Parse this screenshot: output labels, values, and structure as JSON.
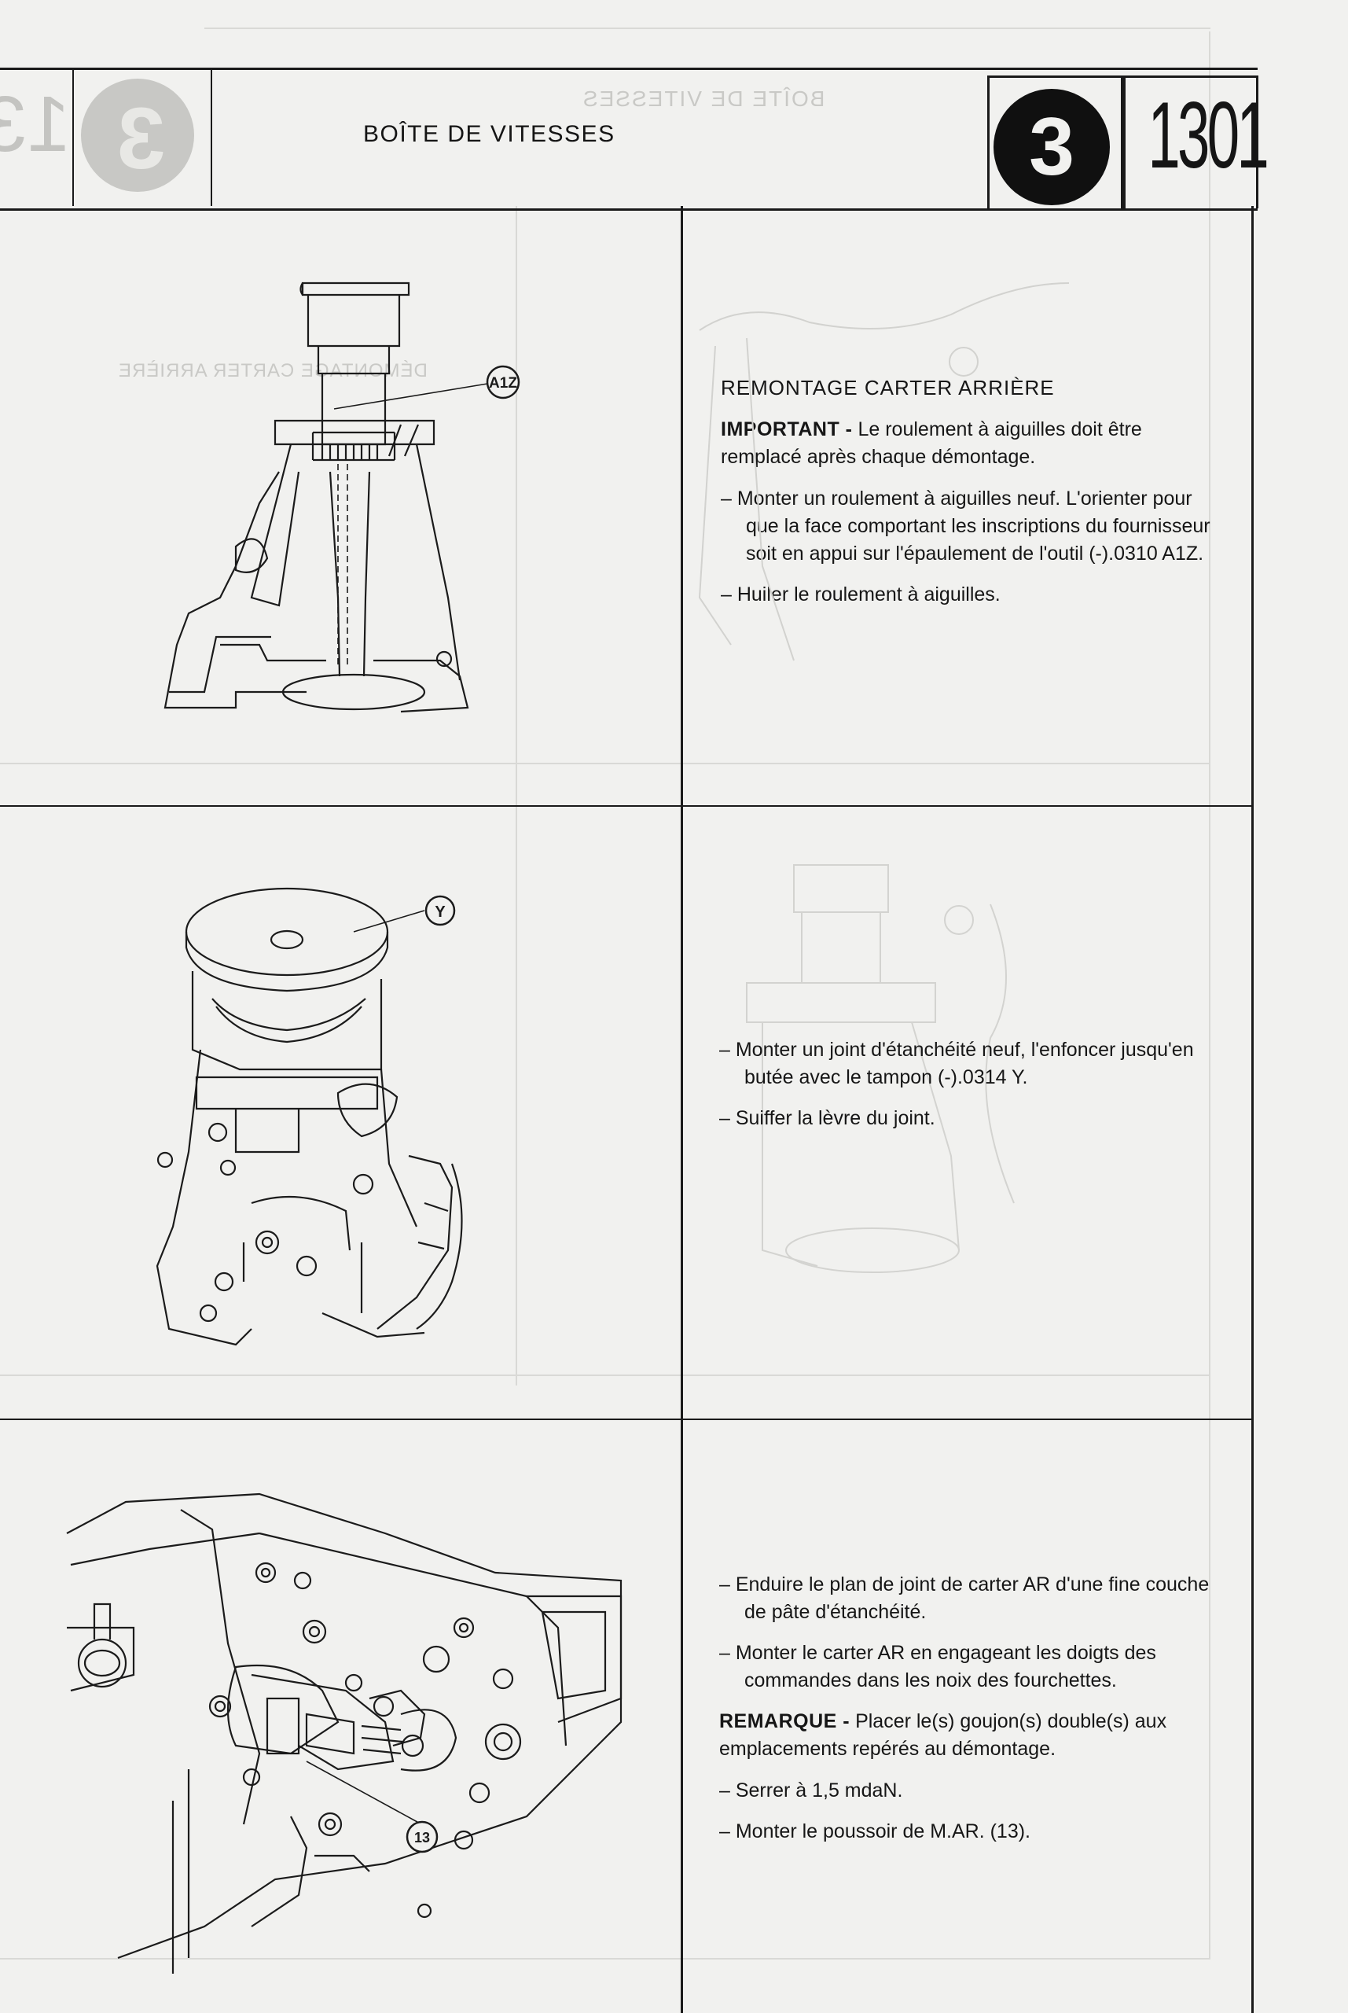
{
  "header": {
    "title": "BOÎTE DE VITESSES",
    "chapter": "3",
    "code": "1301"
  },
  "sections": [
    {
      "heading": "REMONTAGE CARTER ARRIÈRE",
      "important_label": "IMPORTANT -",
      "important_text": "Le roulement à aiguilles doit être remplacé après chaque démontage.",
      "bullets": [
        "– Monter un roulement à aiguilles neuf. L'orienter pour que la face comportant les inscriptions du fournisseur soit en appui sur l'épaulement de l'outil (-).0310 A1Z.",
        "– Huiler le roulement à aiguilles."
      ],
      "figure": {
        "callout": "A1Z",
        "name": "needle bearing fitting tool"
      }
    },
    {
      "bullets": [
        "– Monter un joint d'étanchéité neuf, l'enfoncer jusqu'en butée avec le tampon (-).0314 Y.",
        "– Suiffer la lèvre du joint."
      ],
      "figure": {
        "callout": "Y",
        "name": "seal drift"
      }
    },
    {
      "bullets": [
        "– Enduire le plan de joint de carter AR d'une fine couche de pâte d'étanchéité.",
        "– Monter le carter AR en engageant les doigts des commandes dans les noix des fourchettes."
      ],
      "remark_label": "REMARQUE -",
      "remark_text": "Placer le(s) goujon(s) double(s) aux emplacements repérés au démontage.",
      "bullets_after": [
        "– Serrer à 1,5 mdaN.",
        "– Monter le poussoir de M.AR. (13)."
      ],
      "figure": {
        "callout": "13",
        "name": "rear casing assembly"
      }
    }
  ],
  "showthrough": {
    "header_title": "BOÎTE DE VITESSES",
    "section_title": "DÉMONTAGE CARTER ARRIÈRE"
  }
}
